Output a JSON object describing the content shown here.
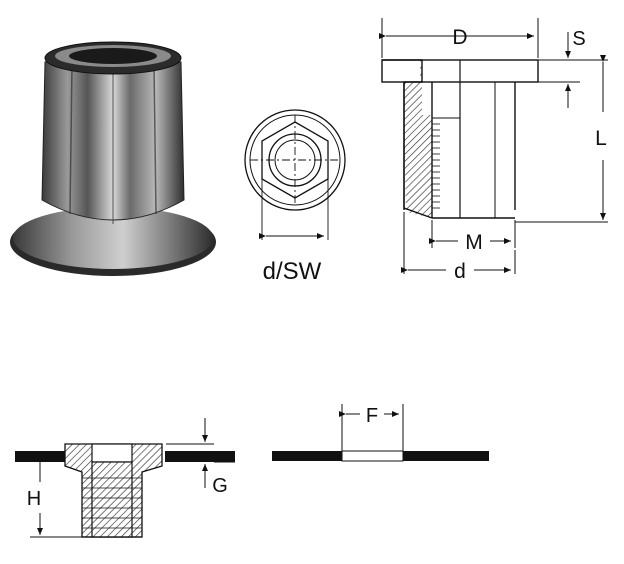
{
  "labels": {
    "d_sw": "d/SW",
    "D": "D",
    "S": "S",
    "L": "L",
    "M": "M",
    "d": "d",
    "F": "F",
    "H": "H",
    "G": "G"
  },
  "colors": {
    "line": "#111111",
    "hatch": "#333333",
    "metal_dark": "#2a2a2a",
    "metal_light": "#d8d8d8",
    "background": "#ffffff"
  }
}
